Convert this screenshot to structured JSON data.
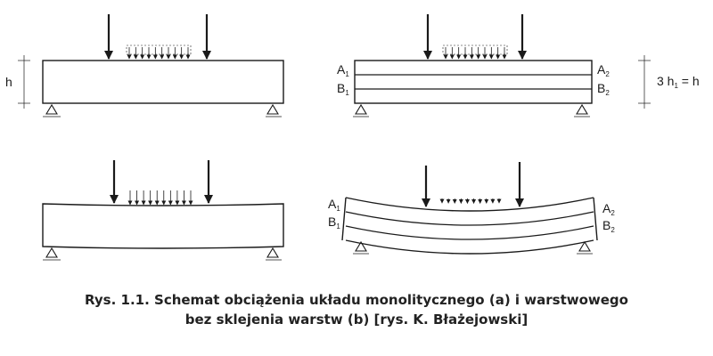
{
  "colors": {
    "stroke": "#1a1a1a",
    "background": "#ffffff",
    "caption": "#222222"
  },
  "labels": {
    "h": "h",
    "a_base": "A",
    "a1_sub": "1",
    "a2_sub": "2",
    "b_base": "B",
    "b1_sub": "1",
    "b2_sub": "2",
    "eq_pre": "3 h",
    "eq_sub": "1",
    "eq_post": " = h"
  },
  "caption": {
    "line1": "Rys. 1.1. Schemat obciążenia układu monolitycznego (a) i warstwowego",
    "line2": "bez sklejenia warstw (b) [rys. K. Błażejowski]"
  }
}
